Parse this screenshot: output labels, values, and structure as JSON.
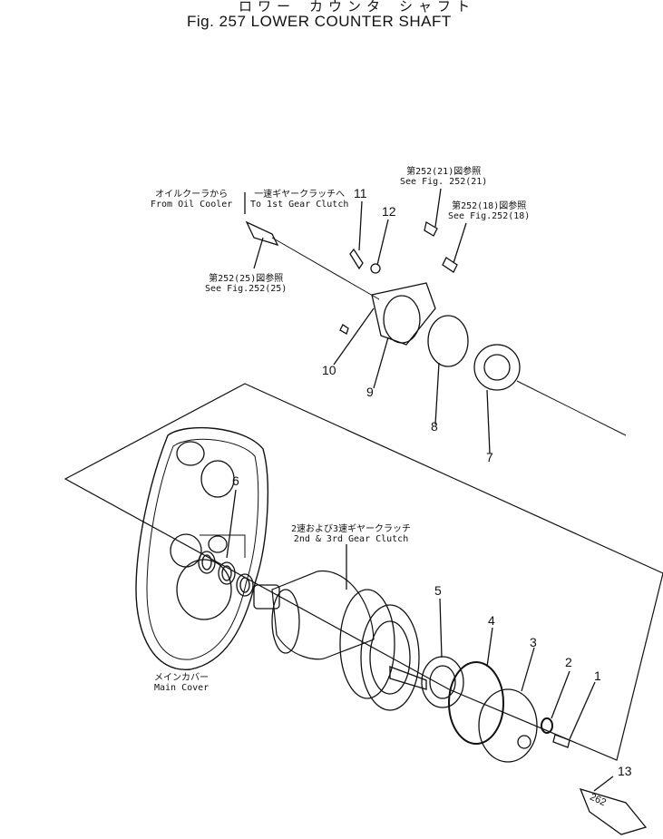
{
  "title": {
    "japanese": "ロワー カウンタ シャフト",
    "english": "Fig. 257 LOWER COUNTER SHAFT"
  },
  "annotations": {
    "oil_cooler": {
      "jp": "オイルクーラから",
      "en": "From Oil Cooler"
    },
    "gear_clutch_1st": {
      "jp": "一速ギヤークラッチへ",
      "en": "To 1st Gear Clutch"
    },
    "see_fig_252_21": {
      "jp": "第252(21)図参照",
      "en": "See Fig. 252(21)"
    },
    "see_fig_252_18": {
      "jp": "第252(18)図参照",
      "en": "See Fig.252(18)"
    },
    "see_fig_252_25": {
      "jp": "第252(25)図参照",
      "en": "See Fig.252(25)"
    },
    "gear_clutch_2nd_3rd": {
      "jp": "2速および3速ギヤークラッチ",
      "en": "2nd & 3rd Gear Clutch"
    },
    "main_cover": {
      "jp": "メインカバー",
      "en": "Main Cover"
    }
  },
  "callouts": [
    "1",
    "2",
    "3",
    "4",
    "5",
    "6",
    "7",
    "8",
    "9",
    "10",
    "11",
    "12",
    "13"
  ],
  "tube_label": "262"
}
